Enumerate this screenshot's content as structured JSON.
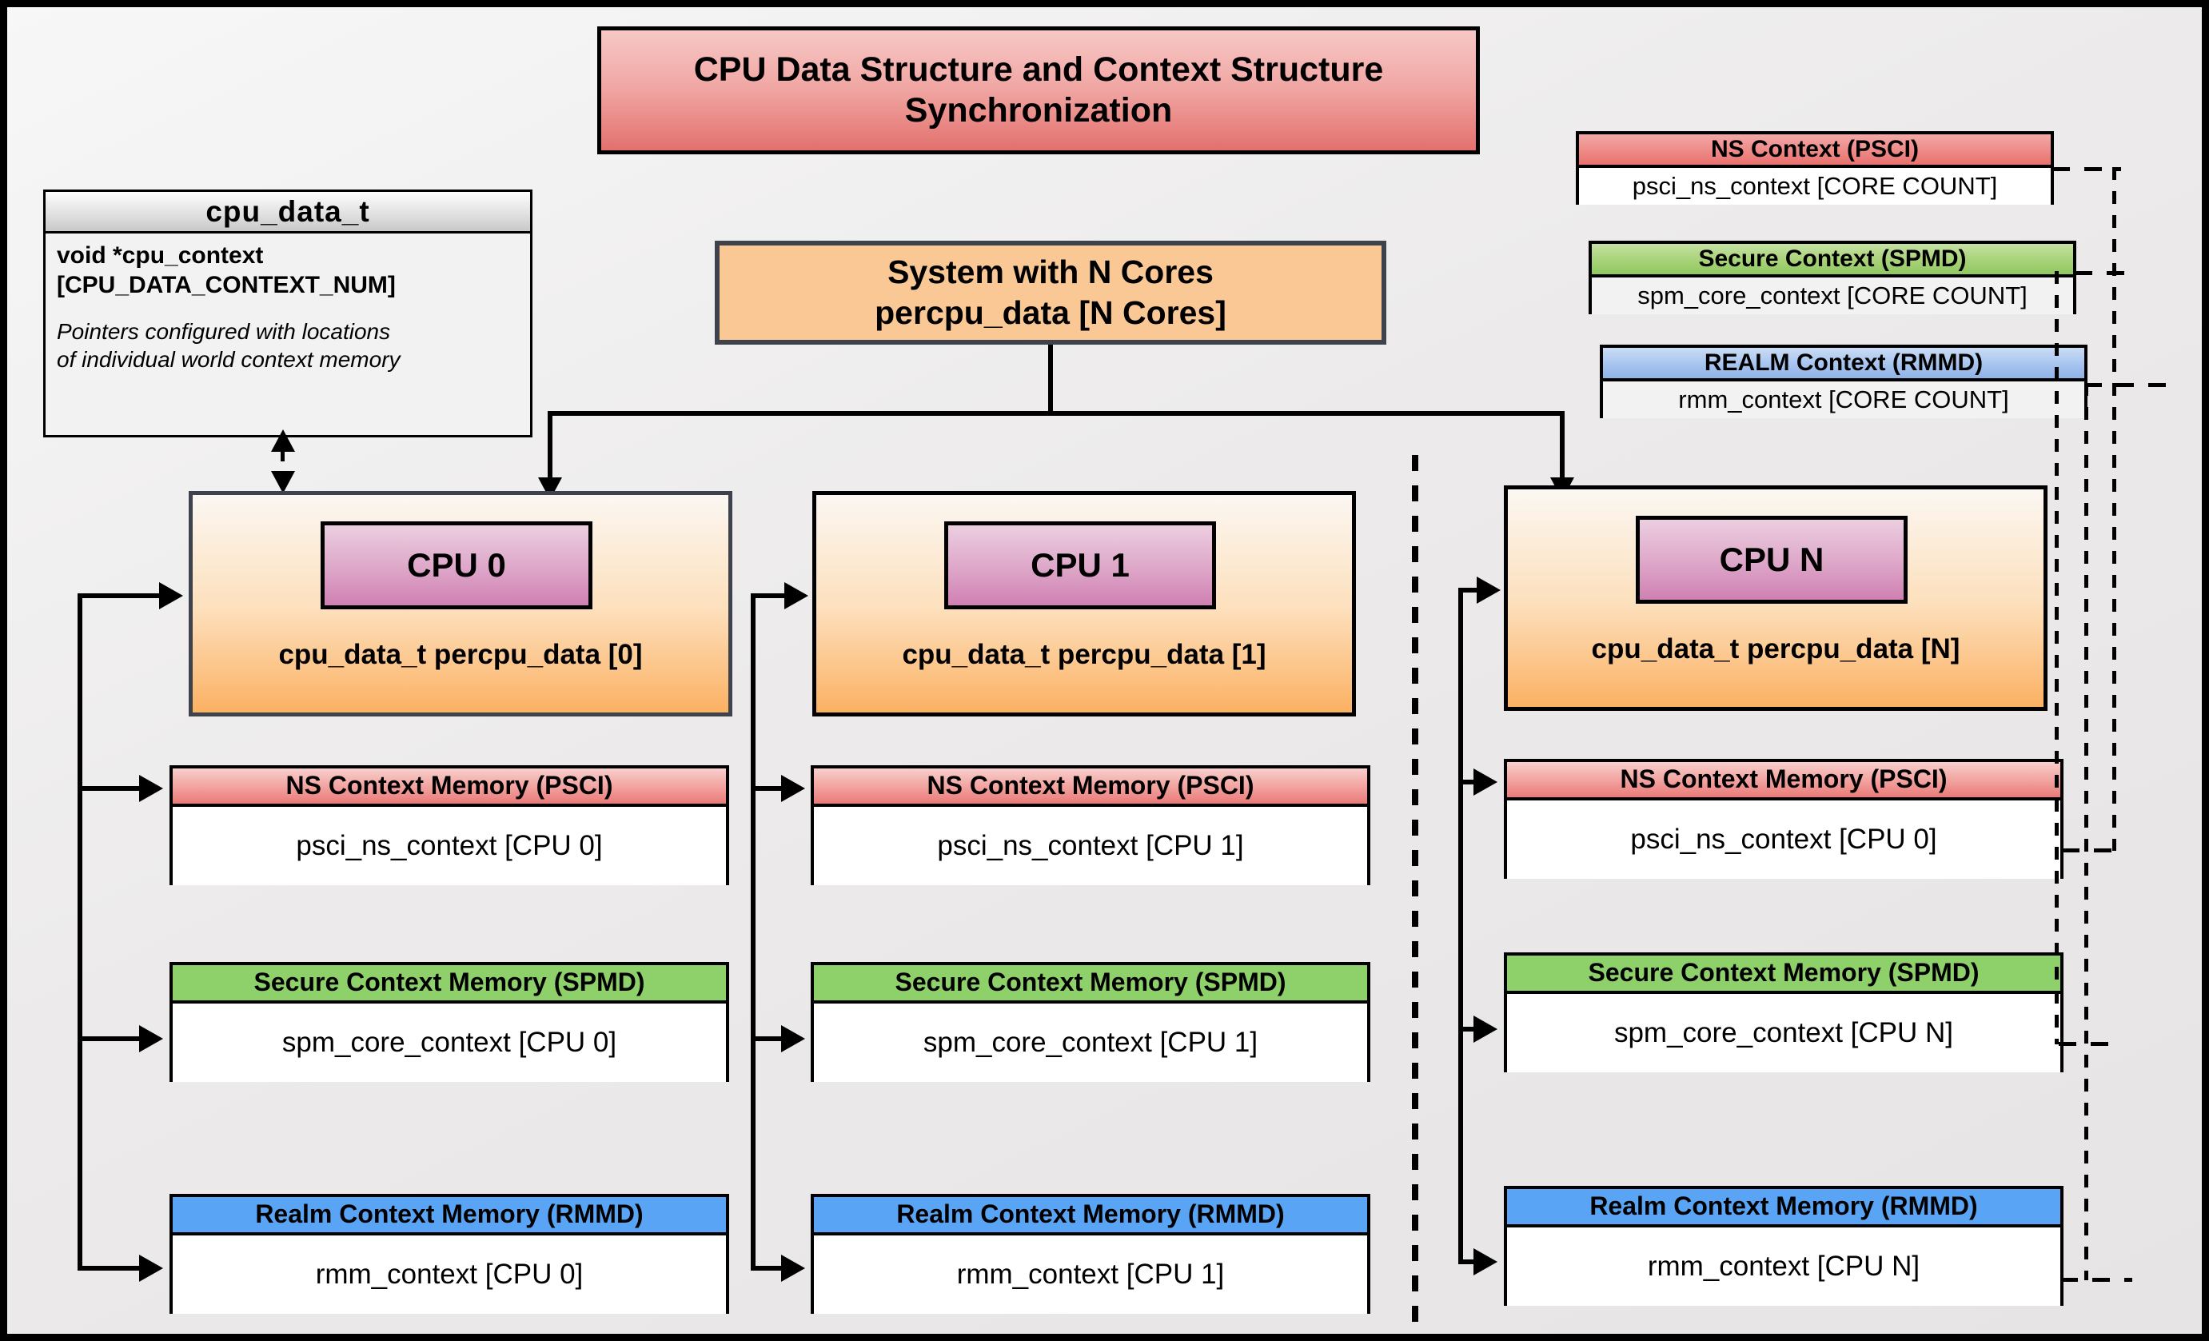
{
  "title": {
    "line1": "CPU Data Structure and Context Structure",
    "line2": "Synchronization"
  },
  "cpu_data_t": {
    "name": "cpu_data_t",
    "field": "void  *cpu_context\n[CPU_DATA_CONTEXT_NUM]",
    "note": "Pointers configured with locations\nof individual world context memory"
  },
  "system": {
    "line1": "System with N Cores",
    "line2": "percpu_data [N Cores]"
  },
  "global_contexts": [
    {
      "header": "NS Context  (PSCI)",
      "body": "psci_ns_context [CORE COUNT]"
    },
    {
      "header": "Secure Context (SPMD)",
      "body": "spm_core_context [CORE COUNT]"
    },
    {
      "header": "REALM Context (RMMD)",
      "body": "rmm_context [CORE COUNT]"
    }
  ],
  "cpus": [
    {
      "chip": "CPU 0",
      "percpu": "cpu_data_t percpu_data [0]",
      "contexts": [
        {
          "header": "NS Context Memory (PSCI)",
          "body": "psci_ns_context [CPU 0]"
        },
        {
          "header": "Secure Context Memory (SPMD)",
          "body": "spm_core_context [CPU 0]"
        },
        {
          "header": "Realm Context Memory (RMMD)",
          "body": "rmm_context [CPU 0]"
        }
      ]
    },
    {
      "chip": "CPU 1",
      "percpu": "cpu_data_t percpu_data [1]",
      "contexts": [
        {
          "header": "NS Context Memory (PSCI)",
          "body": "psci_ns_context [CPU 1]"
        },
        {
          "header": "Secure Context Memory (SPMD)",
          "body": "spm_core_context [CPU 1]"
        },
        {
          "header": "Realm Context Memory (RMMD)",
          "body": "rmm_context [CPU 1]"
        }
      ]
    },
    {
      "chip": "CPU N",
      "percpu": "cpu_data_t percpu_data [N]",
      "contexts": [
        {
          "header": "NS Context Memory (PSCI)",
          "body": "psci_ns_context [CPU 0]"
        },
        {
          "header": "Secure Context Memory (SPMD)",
          "body": "spm_core_context [CPU N]"
        },
        {
          "header": "Realm Context Memory (RMMD)",
          "body": "rmm_context [CPU N]"
        }
      ]
    }
  ],
  "colors": {
    "ns_red": "#ef8f8c",
    "secure_green": "#8fc861",
    "realm_blue": "#8fb3e8",
    "cpu_orange": "#fac894",
    "chip_pink": "#d080b3",
    "title_red": "#e3706d",
    "canvas_bg": "#ebeaea"
  }
}
